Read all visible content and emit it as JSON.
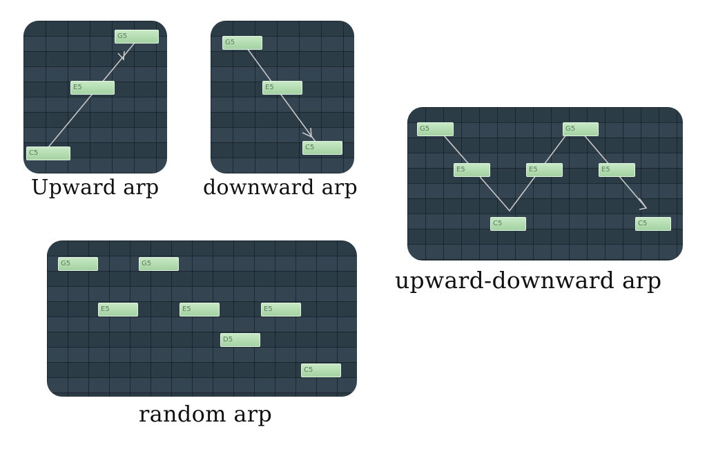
{
  "diagrams": [
    {
      "id": "upward",
      "caption": "Upward arp",
      "notes": [
        {
          "label": "C5",
          "step": 0,
          "pitch": 3
        },
        {
          "label": "E5",
          "step": 1,
          "pitch": 1
        },
        {
          "label": "G5",
          "step": 2,
          "pitch": 0
        }
      ]
    },
    {
      "id": "downward",
      "caption": "downward arp",
      "notes": [
        {
          "label": "G5",
          "step": 0,
          "pitch": 0
        },
        {
          "label": "E5",
          "step": 1,
          "pitch": 1
        },
        {
          "label": "C5",
          "step": 2,
          "pitch": 3
        }
      ]
    },
    {
      "id": "upward-downward",
      "caption": "upward-downward arp",
      "notes": [
        {
          "label": "G5",
          "step": 0,
          "pitch": 0
        },
        {
          "label": "E5",
          "step": 1,
          "pitch": 1
        },
        {
          "label": "C5",
          "step": 2,
          "pitch": 3
        },
        {
          "label": "E5",
          "step": 3,
          "pitch": 1
        },
        {
          "label": "G5",
          "step": 4,
          "pitch": 0
        },
        {
          "label": "E5",
          "step": 5,
          "pitch": 1
        },
        {
          "label": "C5",
          "step": 6,
          "pitch": 3
        }
      ]
    },
    {
      "id": "random",
      "caption": "random arp",
      "notes": [
        {
          "label": "G5",
          "step": 0,
          "pitch": 0
        },
        {
          "label": "E5",
          "step": 1,
          "pitch": 1
        },
        {
          "label": "G5",
          "step": 2,
          "pitch": 0
        },
        {
          "label": "E5",
          "step": 3,
          "pitch": 1
        },
        {
          "label": "D5",
          "step": 4,
          "pitch": 2
        },
        {
          "label": "E5",
          "step": 5,
          "pitch": 1
        },
        {
          "label": "C5",
          "step": 6,
          "pitch": 3
        }
      ]
    }
  ]
}
